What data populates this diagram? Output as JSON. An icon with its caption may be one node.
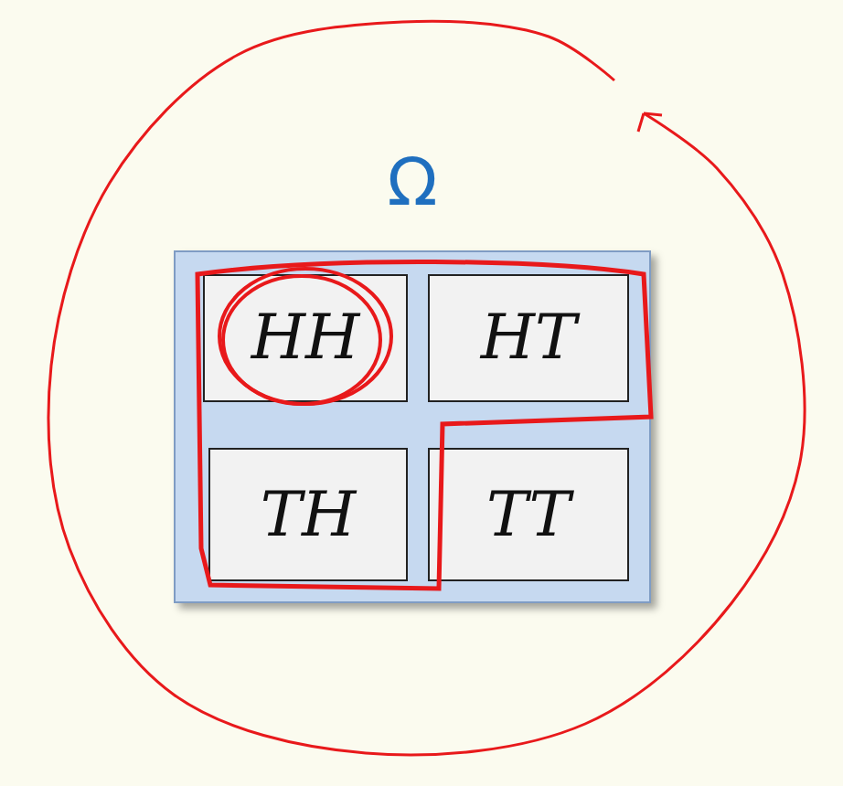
{
  "diagram": {
    "nodes": [
      {
        "text": [
          "Ω"
        ]
      },
      {
        "text": [
          "HH"
        ],
        "in": 0
      },
      {
        "text": [
          "HT"
        ],
        "in": 0
      },
      {
        "text": [
          "TH"
        ],
        "in": 0
      },
      {
        "text": [
          "TT"
        ],
        "in": 0
      }
    ]
  }
}
